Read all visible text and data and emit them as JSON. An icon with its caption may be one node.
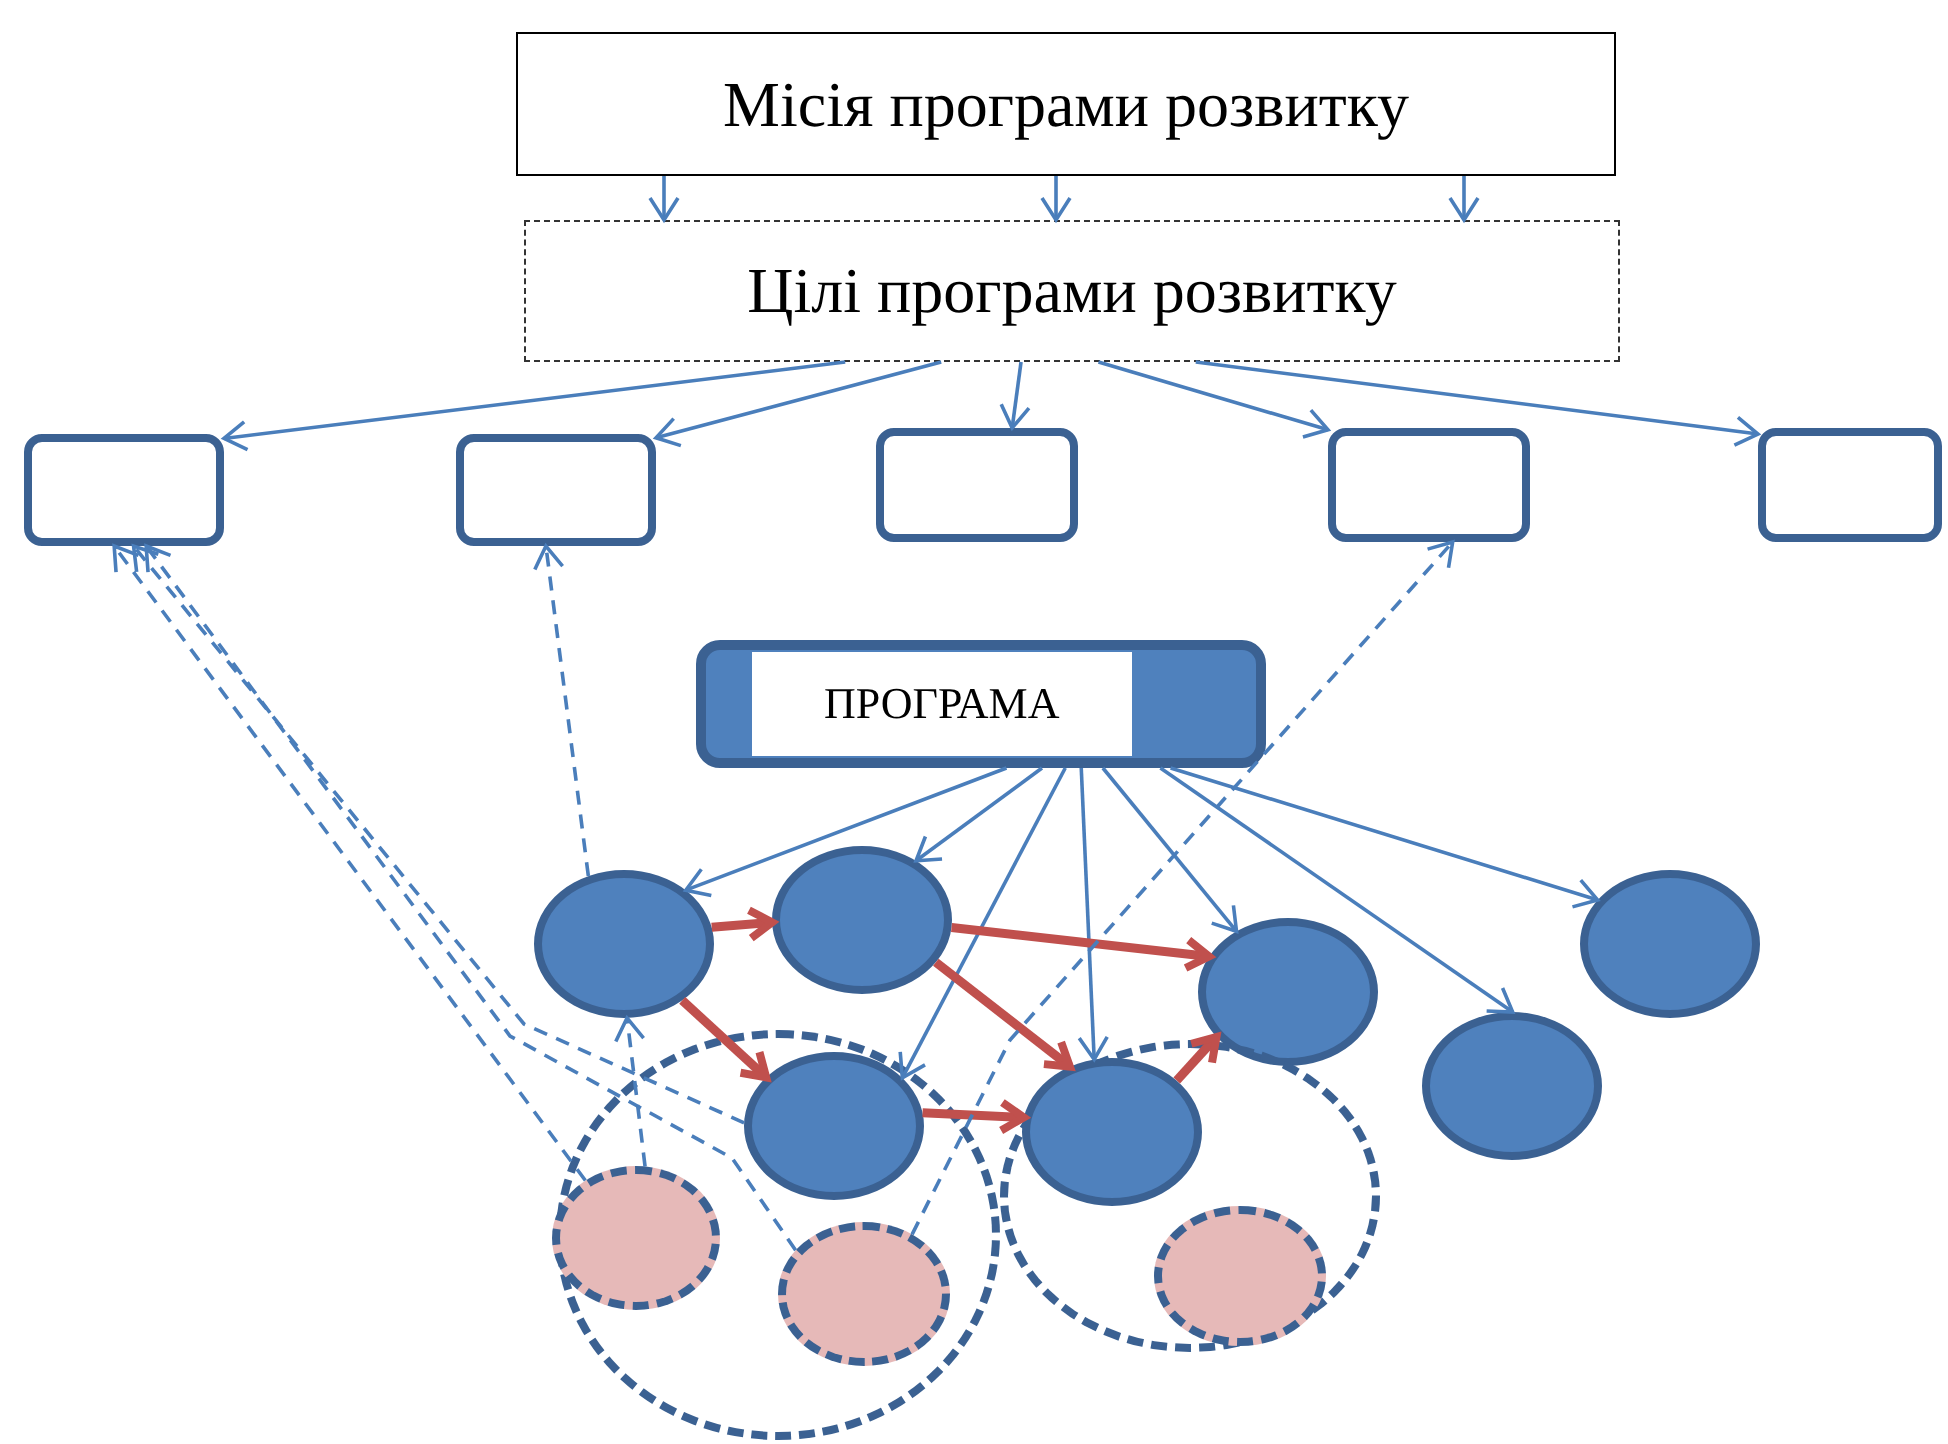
{
  "diagram": {
    "nodes": [
      {
        "text": [
          "Місія програми розвитку"
        ]
      },
      {
        "text": [
          "Цілі програми розвитку"
        ]
      },
      {
        "text": [],
        "shape": "box"
      },
      {
        "text": [],
        "shape": "box"
      },
      {
        "text": [],
        "shape": "box"
      },
      {
        "text": [],
        "shape": "box"
      },
      {
        "text": [],
        "shape": "box"
      },
      {
        "text": [
          "ПРОГРАМА"
        ]
      },
      {
        "text": [],
        "shape": "circle"
      },
      {
        "text": [],
        "shape": "circle"
      },
      {
        "text": [],
        "shape": "circle"
      },
      {
        "text": [],
        "shape": "circle"
      },
      {
        "text": [],
        "shape": "circle"
      },
      {
        "text": [],
        "shape": "circle",
        "in": 12
      },
      {
        "text": [],
        "shape": "circle",
        "in": 12
      },
      {
        "text": [],
        "shape": "circle",
        "in": 12
      },
      {
        "text": [],
        "shape": "circle"
      },
      {
        "text": [],
        "shape": "circle",
        "in": 16
      },
      {
        "text": [],
        "shape": "circle",
        "in": 16
      },
      {
        "text": [],
        "shape": "circle"
      }
    ],
    "edges": [
      {
        "from": 0,
        "to": 1,
        "arrow": "to"
      },
      {
        "from": 0,
        "to": 1,
        "arrow": "to"
      },
      {
        "from": 0,
        "to": 1,
        "arrow": "to"
      },
      {
        "from": 1,
        "to": 2,
        "arrow": "to"
      },
      {
        "from": 1,
        "to": 3,
        "arrow": "to"
      },
      {
        "from": 1,
        "to": 4,
        "arrow": "to"
      },
      {
        "from": 1,
        "to": 5,
        "arrow": "to"
      },
      {
        "from": 1,
        "to": 6,
        "arrow": "to"
      },
      {
        "from": 7,
        "to": 8,
        "arrow": "to"
      },
      {
        "from": 7,
        "to": 9,
        "arrow": "to"
      },
      {
        "from": 7,
        "to": 13,
        "arrow": "to"
      },
      {
        "from": 7,
        "to": 17,
        "arrow": "to"
      },
      {
        "from": 7,
        "to": 10,
        "arrow": "to"
      },
      {
        "from": 7,
        "to": 19,
        "arrow": "to"
      },
      {
        "from": 7,
        "to": 11,
        "arrow": "to"
      },
      {
        "from": 8,
        "to": 9,
        "arrow": "to",
        "style": "thick",
        "color": "#c0504d"
      },
      {
        "from": 8,
        "to": 13,
        "arrow": "to",
        "style": "thick",
        "color": "#c0504d"
      },
      {
        "from": 9,
        "to": 10,
        "arrow": "to",
        "style": "thick",
        "color": "#c0504d"
      },
      {
        "from": 9,
        "to": 17,
        "arrow": "to",
        "style": "thick",
        "color": "#c0504d"
      },
      {
        "from": 13,
        "to": 17,
        "arrow": "to",
        "style": "thick",
        "color": "#c0504d"
      },
      {
        "from": 17,
        "to": 10,
        "arrow": "to",
        "style": "thick",
        "color": "#c0504d"
      },
      {
        "from": 14,
        "to": 2,
        "arrow": "to",
        "style": "dashed"
      },
      {
        "from": 13,
        "to": 2,
        "arrow": "to",
        "style": "dashed"
      },
      {
        "from": 15,
        "to": 2,
        "arrow": "to",
        "style": "dashed"
      },
      {
        "from": 8,
        "to": 3,
        "arrow": "to",
        "style": "dashed"
      },
      {
        "from": 14,
        "to": 8,
        "arrow": "to",
        "style": "dashed"
      },
      {
        "from": 15,
        "to": 5,
        "arrow": "to",
        "style": "dashed"
      }
    ]
  }
}
